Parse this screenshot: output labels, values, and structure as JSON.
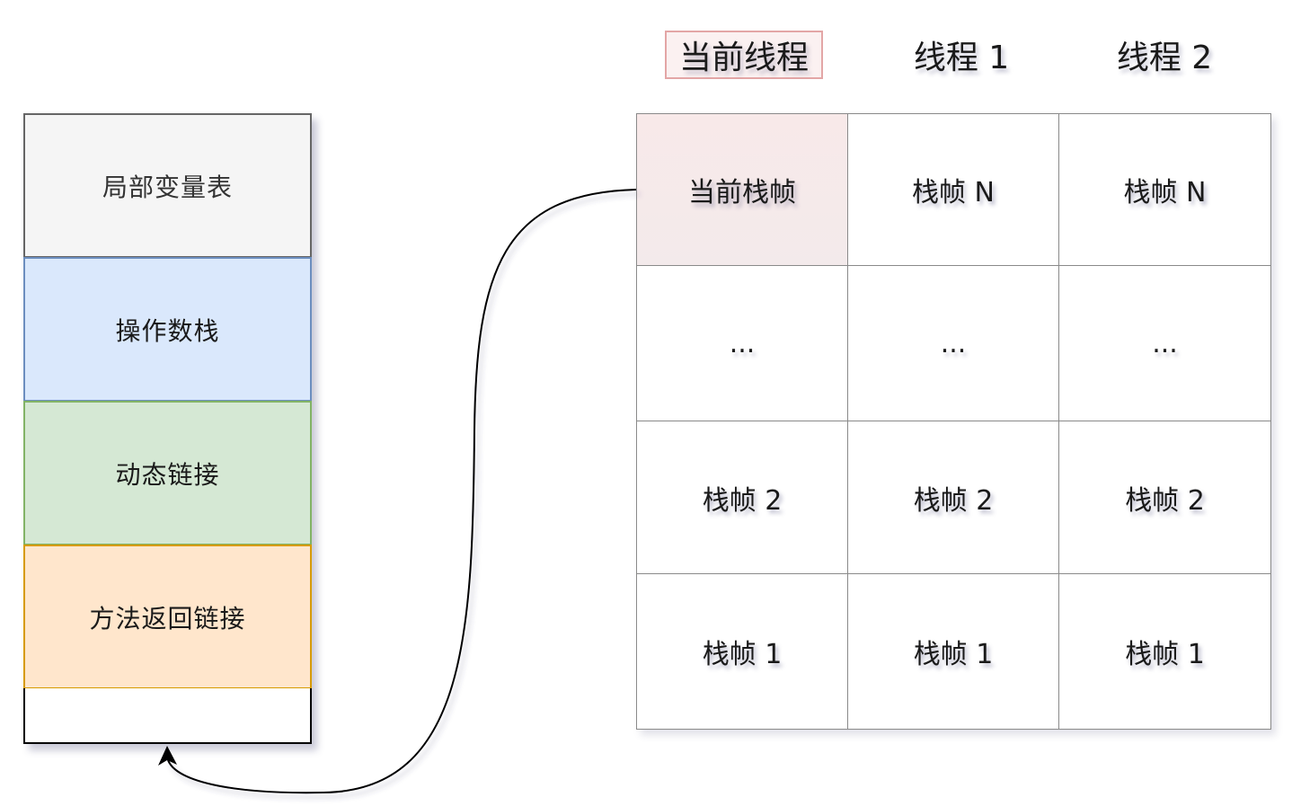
{
  "stack_frame": {
    "segments": [
      {
        "label": "局部变量表",
        "fill": "#f5f5f5",
        "stroke": "#666666"
      },
      {
        "label": "操作数栈",
        "fill": "#dae8fc",
        "stroke": "#6c8ebf"
      },
      {
        "label": "动态链接",
        "fill": "#d5e8d4",
        "stroke": "#82b366"
      },
      {
        "label": "方法返回链接",
        "fill": "#ffe6cc",
        "stroke": "#d79b00"
      },
      {
        "label": "",
        "fill": "#ffffff",
        "stroke": "#000000"
      }
    ]
  },
  "threads": {
    "headers": [
      "当前线程",
      "线程 1",
      "线程 2"
    ],
    "rows": [
      [
        "当前栈帧",
        "栈帧 N",
        "栈帧 N"
      ],
      [
        "...",
        "...",
        "..."
      ],
      [
        "栈帧 2",
        "栈帧 2",
        "栈帧 2"
      ],
      [
        "栈帧 1",
        "栈帧 1",
        "栈帧 1"
      ]
    ],
    "current_highlight": "#f8e9e9",
    "current_header_border": "#e3a6a6"
  },
  "connector": {
    "from": "当前栈帧",
    "to": "stack-frame-bottom",
    "arrow": "arrow-up-icon"
  }
}
